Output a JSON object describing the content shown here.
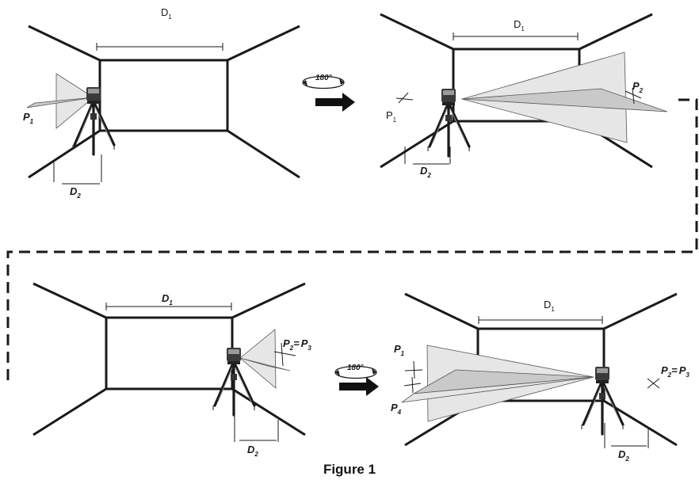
{
  "caption": "Figure 1",
  "panels": [
    {
      "id": "top-left",
      "d1": "D",
      "d1_sub": "1",
      "d2": "D",
      "d2_sub": "2",
      "p1": "P",
      "p1_sub": "1"
    },
    {
      "id": "top-right",
      "d1": "D",
      "d1_sub": "1",
      "d2": "D",
      "d2_sub": "2",
      "p1": "P",
      "p1_sub": "1",
      "p2": "P",
      "p2_sub": "2"
    },
    {
      "id": "bottom-left",
      "d1": "D",
      "d1_sub": "1",
      "d2": "D",
      "d2_sub": "2",
      "p2": "P",
      "p2_sub": "2",
      "eq": "=",
      "p3": "P",
      "p3_sub": "3"
    },
    {
      "id": "bottom-right",
      "d1": "D",
      "d1_sub": "1",
      "d2": "D",
      "d2_sub": "2",
      "p1": "P",
      "p1_sub": "1",
      "p4": "P",
      "p4_sub": "4",
      "p2": "P",
      "p2_sub": "2",
      "eq": "=",
      "p3": "P",
      "p3_sub": "3"
    }
  ],
  "rotation_label": "180°",
  "icons": [
    "tripod-laser-icon",
    "rotation-arrow-icon",
    "right-arrow-icon"
  ]
}
